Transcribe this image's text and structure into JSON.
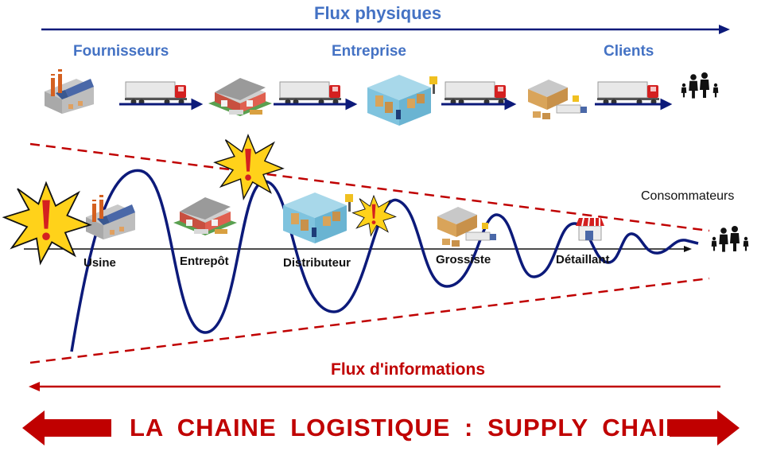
{
  "top": {
    "title": "Flux physiques",
    "stages": [
      "Fournisseurs",
      "Entreprise",
      "Clients"
    ]
  },
  "middle": {
    "nodes": [
      "Usine",
      "Entrepôt",
      "Distributeur",
      "Grossiste",
      "Détaillant"
    ],
    "consumers": "Consommateurs"
  },
  "bottom": {
    "info_label": "Flux d'informations",
    "main_title": "LA  CHAINE  LOGISTIQUE  :  SUPPLY  CHAIN"
  },
  "colors": {
    "blue": "#4472c4",
    "navy": "#0c1a7a",
    "red": "#c00000",
    "yellow": "#ffd21a"
  },
  "icons": [
    "factory-icon",
    "truck-icon",
    "warehouse-icon",
    "distribution-center-icon",
    "loading-dock-icon",
    "family-icon",
    "alert-burst-icon",
    "shop-icon"
  ]
}
